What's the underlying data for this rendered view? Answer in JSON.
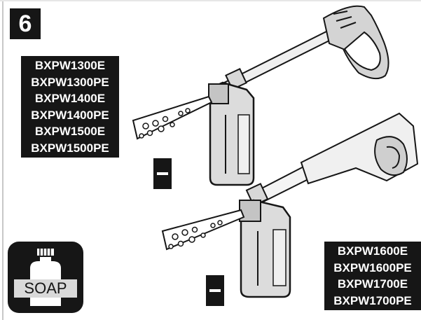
{
  "step": {
    "number": "6"
  },
  "models_group_1": [
    "BXPW1300E",
    "BXPW1300PE",
    "BXPW1400E",
    "BXPW1400PE",
    "BXPW1500E",
    "BXPW1500PE"
  ],
  "models_group_2": [
    "BXPW1600E",
    "BXPW1600PE",
    "BXPW1700E",
    "BXPW1700PE"
  ],
  "soap_icon": {
    "label": "SOAP"
  },
  "icons": [
    "minus-icon",
    "soap-bottle-icon",
    "spray-gun-icon",
    "detergent-tank-icon",
    "spray-mist-icon"
  ],
  "colors": {
    "ink": "#161616",
    "paper": "#ffffff",
    "tank_fill": "#dcdcdc",
    "label_bg": "#d9d9d9"
  }
}
